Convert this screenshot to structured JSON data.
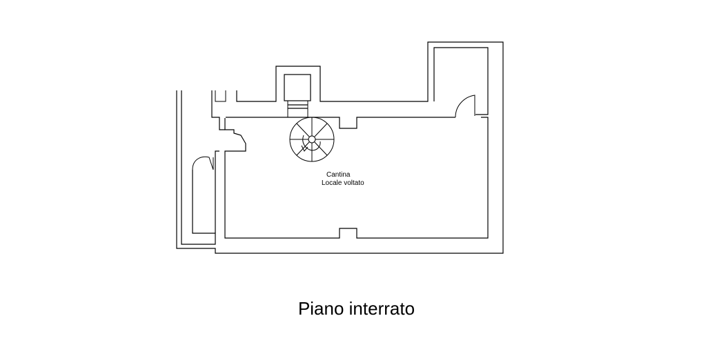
{
  "plan": {
    "room_name": "Cantina",
    "room_description": "Locale voltato",
    "caption": "Piano interrato"
  },
  "colors": {
    "line": "#000000",
    "background": "#ffffff"
  }
}
